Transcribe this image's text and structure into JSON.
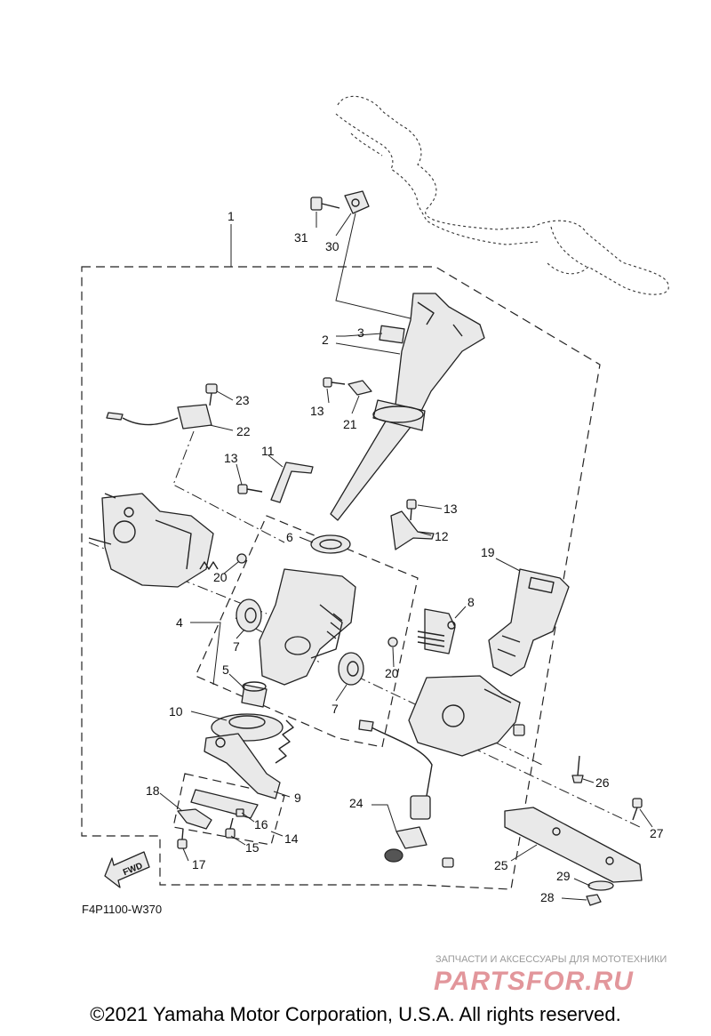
{
  "diagram": {
    "drawing_code": "F4P1100-W370",
    "fwd_label": "FWD",
    "callouts": [
      "1",
      "31",
      "30",
      "2",
      "3",
      "13",
      "21",
      "23",
      "22",
      "13",
      "11",
      "6",
      "13",
      "12",
      "19",
      "20",
      "8",
      "4",
      "7",
      "20",
      "5",
      "7",
      "10",
      "9",
      "18",
      "16",
      "14",
      "15",
      "17",
      "24",
      "26",
      "27",
      "25",
      "29",
      "28"
    ]
  },
  "watermark": {
    "caption": "ЗАПЧАСТИ И АКСЕССУАРЫ ДЛЯ МОТОТЕХНИКИ",
    "logo": "PARTSFOR.RU"
  },
  "footer": {
    "copyright": "©2021 Yamaha Motor Corporation, U.S.A. All rights reserved."
  }
}
